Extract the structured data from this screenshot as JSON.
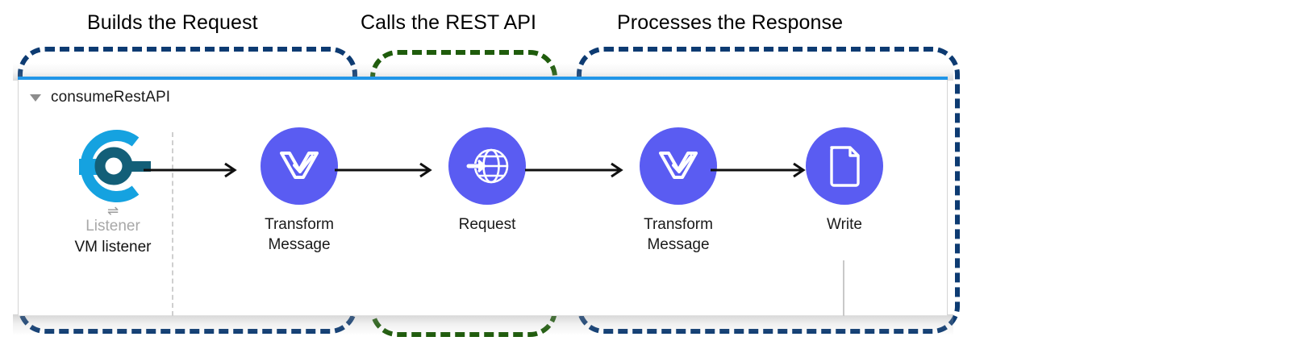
{
  "annotations": {
    "groups": [
      {
        "label": "Builds the Request",
        "color": "#0d3b72",
        "name": "builds-the-request"
      },
      {
        "label": "Calls the REST API",
        "color": "#1f5c0c",
        "name": "calls-the-rest-api"
      },
      {
        "label": "Processes the Response",
        "color": "#0d3b72",
        "name": "processes-the-response"
      }
    ]
  },
  "flow": {
    "name": "consumeRestAPI",
    "header_accent_color": "#2196e8",
    "collapse_icon": "triangle-down-icon",
    "node_accent_color": "#5a5cf2",
    "nodes": [
      {
        "id": "vm-listener",
        "icon": "vm-listener-icon",
        "sub_label": "Listener",
        "label": "VM listener",
        "exchange_glyph": "⇌"
      },
      {
        "id": "transform-message-1",
        "icon": "transform-message-icon",
        "label_line1": "Transform",
        "label_line2": "Message"
      },
      {
        "id": "request",
        "icon": "http-request-globe-icon",
        "label_line1": "Request",
        "label_line2": ""
      },
      {
        "id": "transform-message-2",
        "icon": "transform-message-icon",
        "label_line1": "Transform",
        "label_line2": "Message"
      },
      {
        "id": "write",
        "icon": "write-document-icon",
        "label_line1": "Write",
        "label_line2": ""
      }
    ]
  }
}
